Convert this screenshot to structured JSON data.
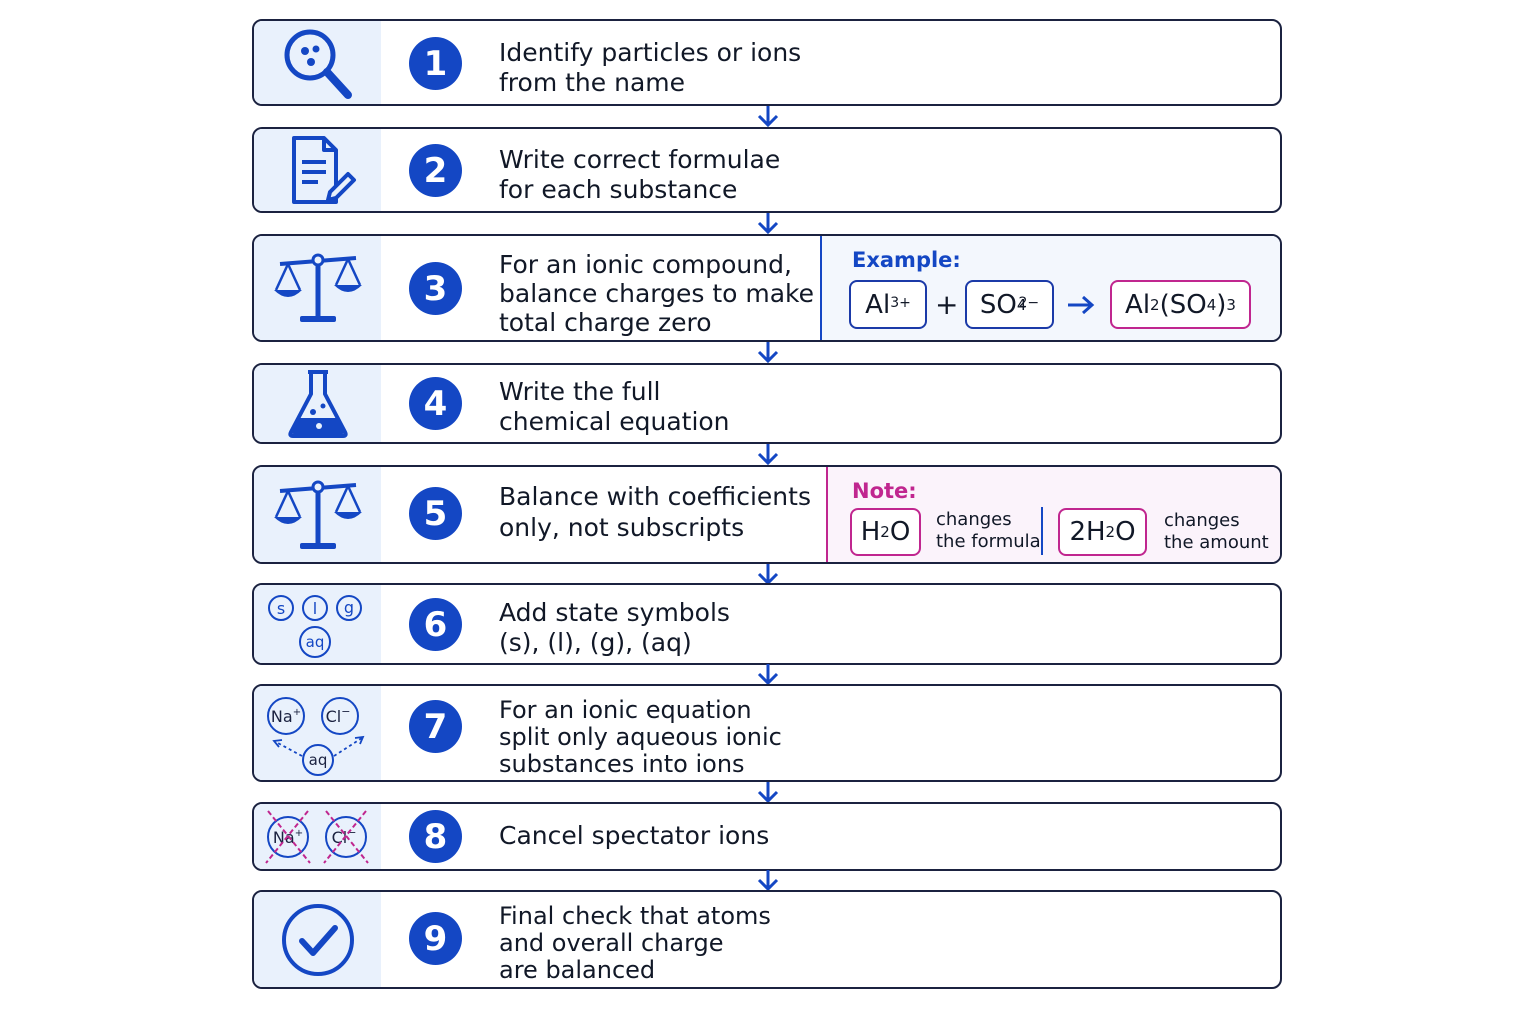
{
  "steps": [
    {
      "num": "1",
      "icon": "magnifier-icon",
      "lines": [
        "Identify particles or ions",
        "from the name"
      ]
    },
    {
      "num": "2",
      "icon": "document-pencil-icon",
      "lines": [
        "Write correct formulae",
        "for each substance"
      ]
    },
    {
      "num": "3",
      "icon": "balance-scale-icon",
      "lines": [
        "For an ionic compound,",
        "balance charges to make",
        "total charge zero"
      ]
    },
    {
      "num": "4",
      "icon": "flask-icon",
      "lines": [
        "Write the full",
        "chemical equation"
      ]
    },
    {
      "num": "5",
      "icon": "balance-scale-icon",
      "lines": [
        "Balance with coefficients",
        "only, not subscripts"
      ]
    },
    {
      "num": "6",
      "icon": "state-symbols-icon",
      "lines": [
        "Add state symbols",
        "(s), (l), (g), (aq)"
      ]
    },
    {
      "num": "7",
      "icon": "ions-split-icon",
      "lines": [
        "For an ionic equation",
        "split only aqueous ionic",
        "substances into ions"
      ]
    },
    {
      "num": "8",
      "icon": "crossed-ions-icon",
      "lines": [
        "Cancel spectator ions"
      ]
    },
    {
      "num": "9",
      "icon": "check-circle-icon",
      "lines": [
        "Final check that atoms",
        "and overall charge",
        "are balanced"
      ]
    }
  ],
  "example": {
    "label": "Example:",
    "ion1": {
      "base": "Al",
      "charge": "3+"
    },
    "plus": "+",
    "ion2": {
      "base": "SO",
      "sub": "4",
      "charge": "2−"
    },
    "product": {
      "a": "Al",
      "a_sub": "2",
      "b": "(SO",
      "b_sub": "4",
      "c": ")",
      "c_sub": "3"
    }
  },
  "note": {
    "label": "Note:",
    "f1": {
      "a": "H",
      "sub": "2",
      "b": "O"
    },
    "d1": [
      "changes",
      "the formula"
    ],
    "f2": {
      "a": "2H",
      "sub": "2",
      "b": "O"
    },
    "d2": [
      "changes",
      "the amount"
    ]
  },
  "icon_text": {
    "s": "s",
    "l": "l",
    "g": "g",
    "aq": "aq",
    "na": "Na",
    "na_charge": "+",
    "cl": "Cl",
    "cl_charge": "−"
  },
  "colors": {
    "blue": "#1447c4",
    "dark": "#1b2240",
    "magenta": "#c0268f",
    "panel": "#e9f1fc",
    "note_bg": "#fbf3fb",
    "example_bg": "#f3f7fd"
  }
}
